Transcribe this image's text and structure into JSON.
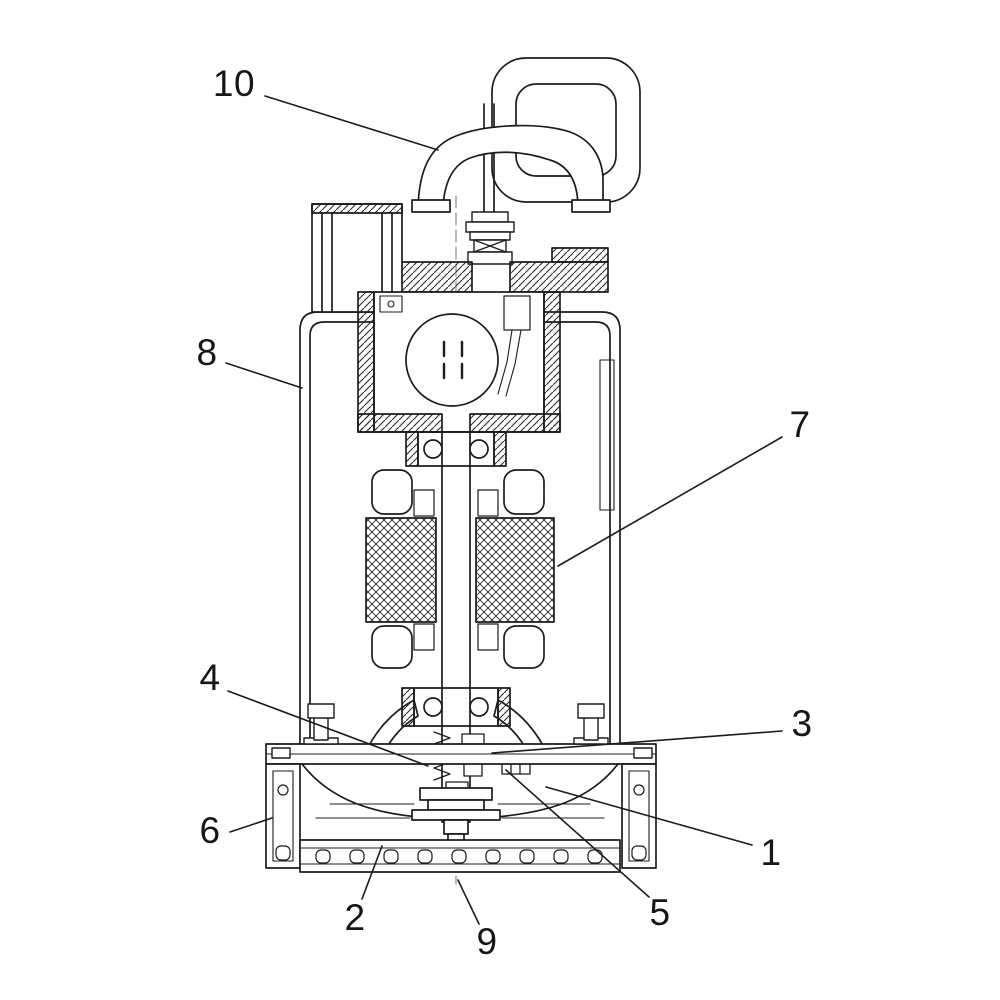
{
  "diagram": {
    "background_color": "#ffffff",
    "line_color": "#1c1c1c",
    "callouts": [
      {
        "label": "10"
      },
      {
        "label": "8"
      },
      {
        "label": "7"
      },
      {
        "label": "4"
      },
      {
        "label": "3"
      },
      {
        "label": "6"
      },
      {
        "label": "1"
      },
      {
        "label": "2"
      },
      {
        "label": "5"
      },
      {
        "label": "9"
      }
    ]
  }
}
